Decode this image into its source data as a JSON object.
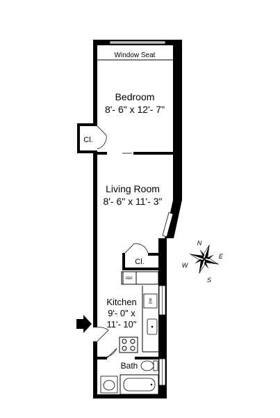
{
  "rooms": {
    "window_seat": "Window Seat",
    "bedroom": {
      "name": "Bedroom",
      "dims": "8'- 6\" x 12'- 7\""
    },
    "closet_top": "Cl.",
    "living_room": {
      "name": "Living Room",
      "dims": "8'- 6\" x 11'- 3\""
    },
    "closet_mid": "Cl.",
    "kitchen": {
      "name": "Kitchen",
      "dims_line1": "9'- 0\" x",
      "dims_line2": "11'- 10\""
    },
    "bath": "Bath"
  },
  "appliances": {
    "refrigerator": "REF",
    "dishwasher": "DW"
  },
  "compass": {
    "north": "N",
    "east": "E",
    "south": "S",
    "west": "W"
  },
  "icons": {
    "entry": "entry-arrow-icon",
    "compass": "compass-rose-icon",
    "stove": "stove-icon",
    "sink": "sink-icon",
    "toilet": "toilet-icon",
    "bathtub": "bathtub-icon"
  }
}
